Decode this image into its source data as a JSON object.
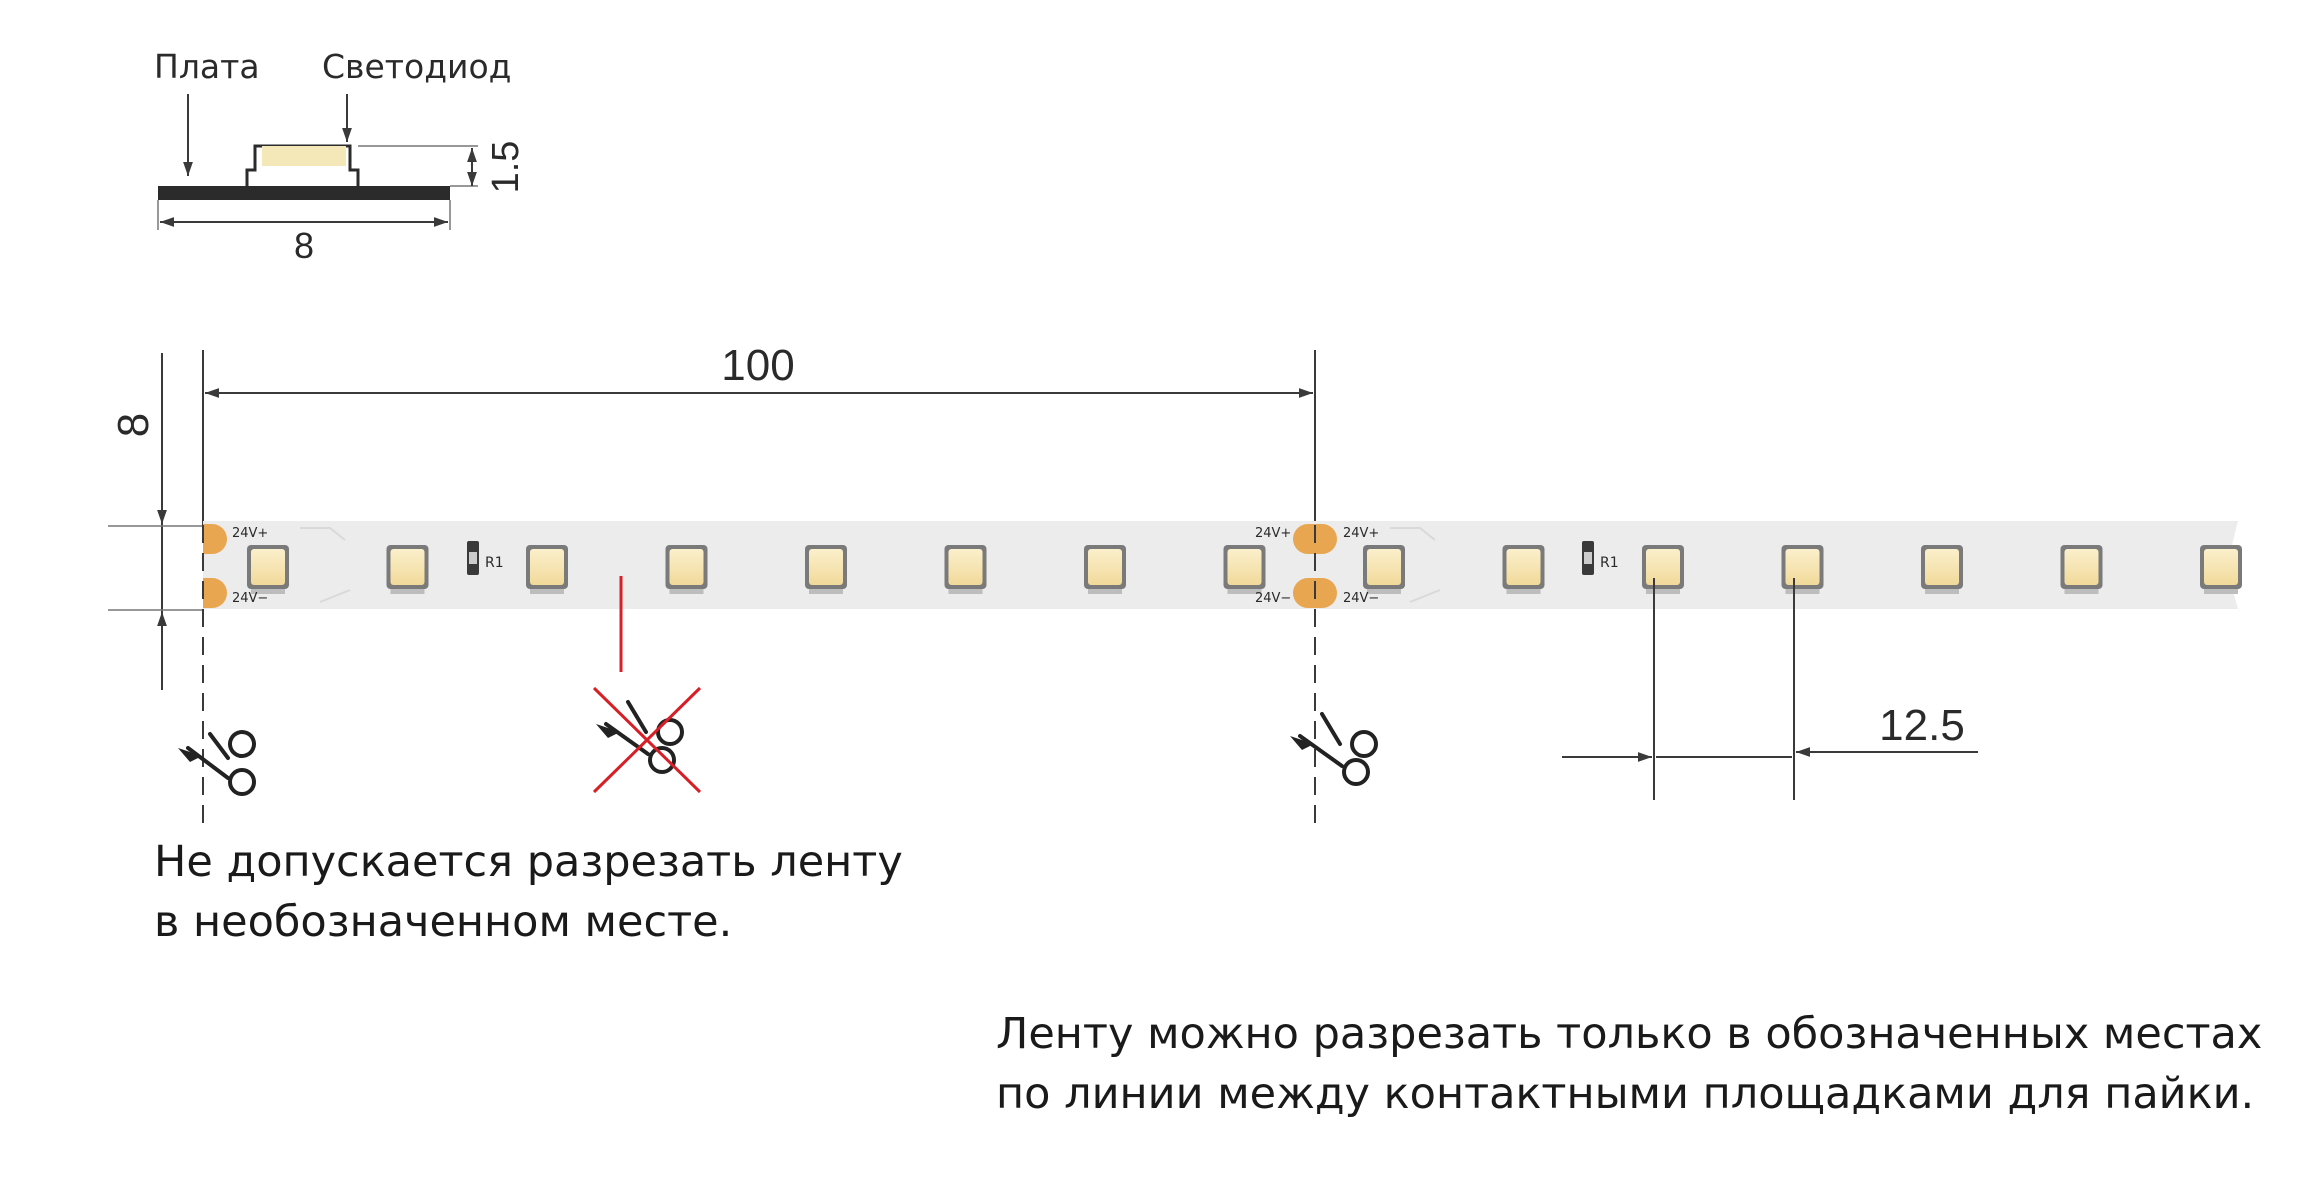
{
  "profile": {
    "board_label": "Плата",
    "led_label": "Светодиод",
    "width_value": "8",
    "height_value": "1.5"
  },
  "strip": {
    "width_value": "8",
    "segment_length_value": "100",
    "led_pitch_value": "12.5",
    "pad_plus_label": "24V+",
    "pad_minus_label": "24V−",
    "resistor_label": "R1",
    "colors": {
      "board": "#ececec",
      "led": "#f5e3b0",
      "pad": "#e7a64f",
      "forbidden": "#d61f26"
    }
  },
  "notes": {
    "forbidden": [
      "Не допускается разрезать ленту",
      "в необозначенном месте."
    ],
    "allowed": [
      "Ленту можно разрезать только в обозначенных местах",
      "по линии между контактными площадками для пайки."
    ]
  }
}
